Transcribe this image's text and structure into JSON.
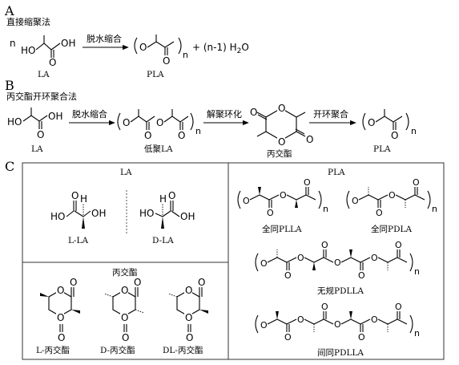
{
  "section_a": {
    "letter": "A",
    "title": "直接缩聚法",
    "n_prefix": "n",
    "oh": "OH",
    "ho": "HO",
    "o": "O",
    "n_sub": "n",
    "arrow_label": "脱水缩合",
    "byproduct": "+ (n-1) H",
    "water_sub": "2",
    "water_o": "O",
    "reactant_label": "LA",
    "product_label": "PLA"
  },
  "section_b": {
    "letter": "B",
    "title": "丙交酯开环聚合法",
    "ho": "HO",
    "oh": "OH",
    "o": "O",
    "n_sub": "n",
    "arrow1_label": "脱水缩合",
    "arrow2_label": "解聚环化",
    "arrow3_label": "开环聚合",
    "label_la": "LA",
    "label_oligo": "低聚LA",
    "label_lactide": "丙交酯",
    "label_pla": "PLA"
  },
  "section_c": {
    "letter": "C",
    "o": "O",
    "h": "H",
    "ho": "HO",
    "oh": "OH",
    "n_sub": "n",
    "la_box": {
      "title": "LA",
      "l_label": "L-LA",
      "d_label": "D-LA"
    },
    "lactide_box": {
      "title": "丙交酯",
      "l_label": "L-丙交酯",
      "d_label": "D-丙交酯",
      "dl_label": "DL-丙交酯"
    },
    "pla_box": {
      "title": "PLA",
      "plla": "全同PLLA",
      "pdla": "全同PDLA",
      "atactic": "无规PDLLA",
      "syndiotactic": "间同PDLLA"
    }
  }
}
